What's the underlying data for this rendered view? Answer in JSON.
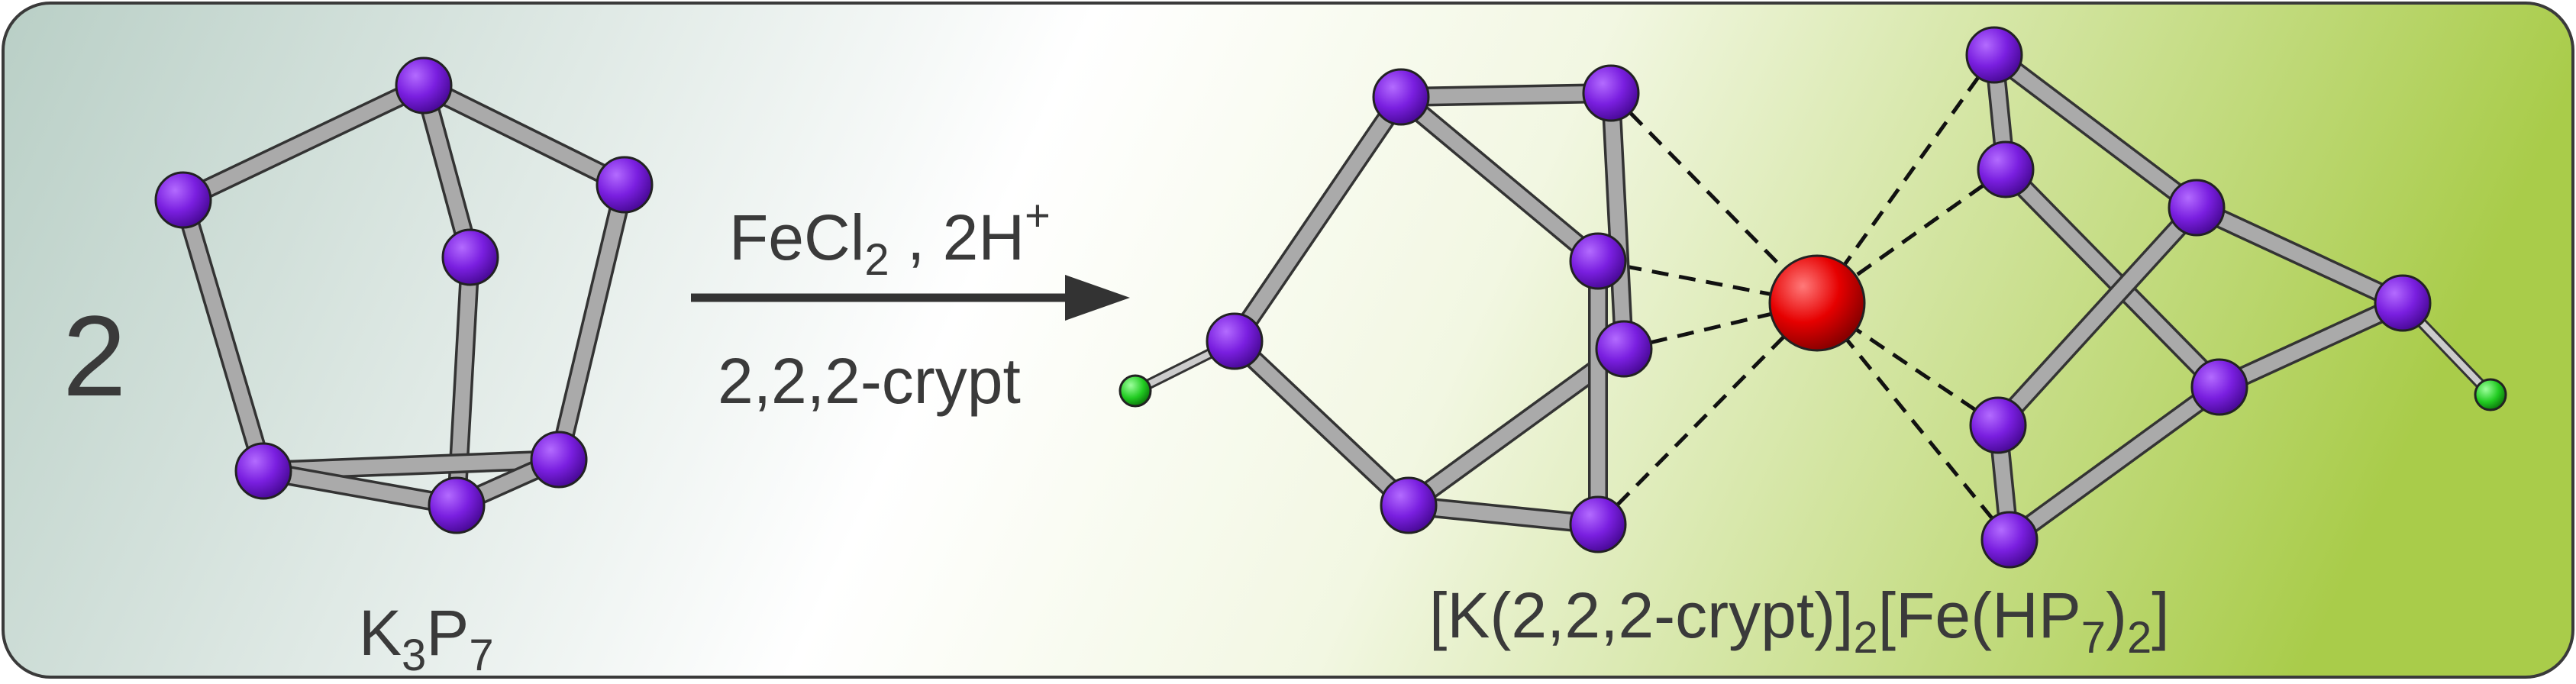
{
  "stoichiometry": "2",
  "reagents_above": {
    "base": "FeCl",
    "sub": "2",
    "rest": " , 2H",
    "sup": "+"
  },
  "reagents_below": "2,2,2-crypt",
  "reactant_label": {
    "p1": "K",
    "s1": "3",
    "p2": "P",
    "s2": "7"
  },
  "product_label": {
    "p1": "[K(2,2,2-crypt)]",
    "s1": "2",
    "p2": "[Fe(HP",
    "s2": "7",
    "p3": ")",
    "s3": "2",
    "p4": "]"
  },
  "colors": {
    "phosphorus": "#7a1fe0",
    "iron": "#e60000",
    "hydrogen": "#22cc22",
    "bond": "#9a9a9a",
    "background_left": "#b9cfc6",
    "background_right": "#a9cc4a"
  }
}
